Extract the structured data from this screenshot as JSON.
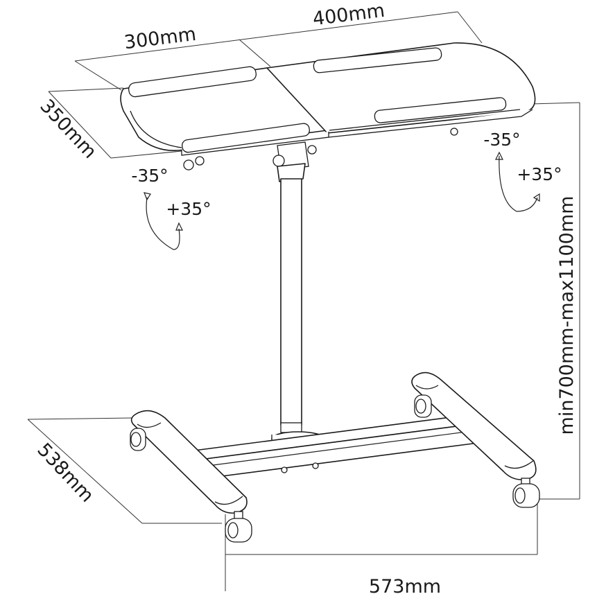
{
  "dimensions": {
    "width_left_tray": "300mm",
    "width_right_tray": "400mm",
    "depth_tray": "350mm",
    "base_depth": "538mm",
    "base_width": "573mm",
    "height_range": "min700mm-max1100mm"
  },
  "tilt": {
    "left_minus": "-35°",
    "left_plus": "+35°",
    "right_minus": "-35°",
    "right_plus": "+35°"
  }
}
